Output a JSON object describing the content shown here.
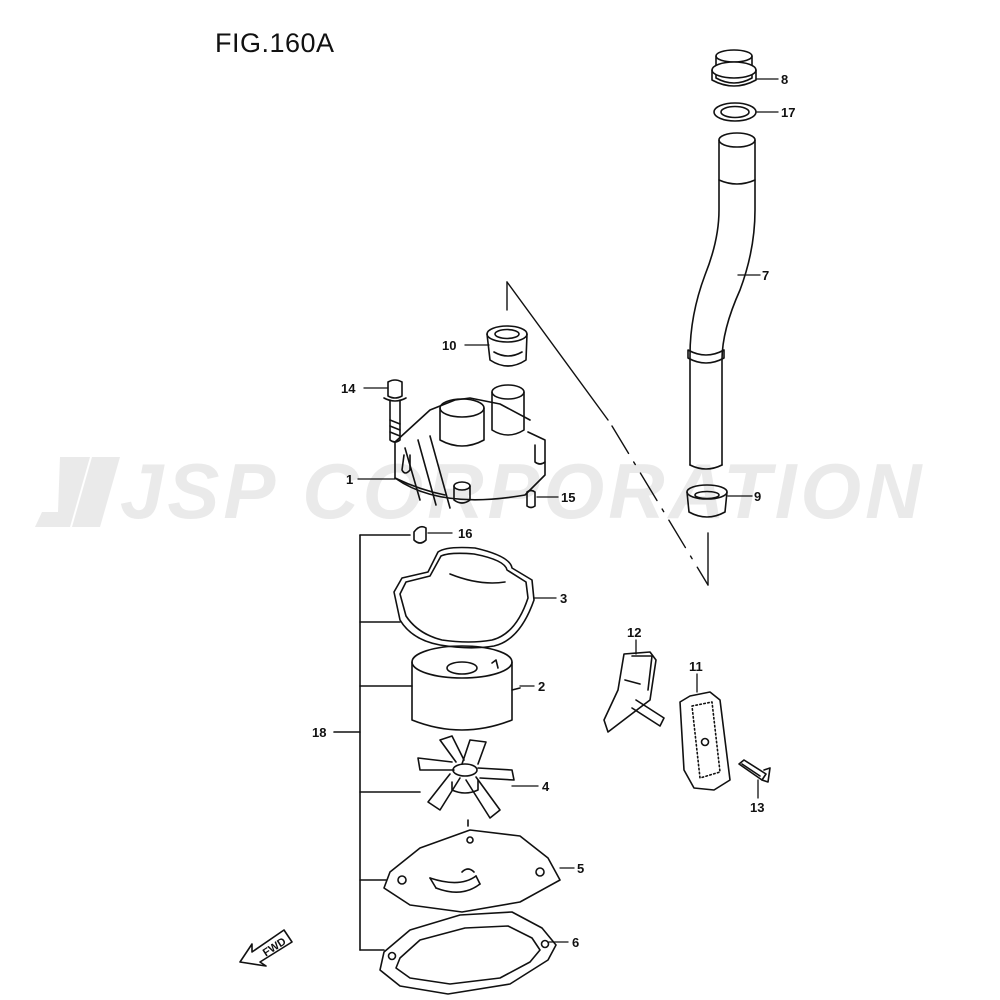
{
  "figure": {
    "title": "FIG.160A"
  },
  "watermark": {
    "text": "JSP CORPORATION"
  },
  "fwd_label": "FWD",
  "parts": [
    {
      "ref": "1"
    },
    {
      "ref": "2"
    },
    {
      "ref": "3"
    },
    {
      "ref": "4"
    },
    {
      "ref": "5"
    },
    {
      "ref": "6"
    },
    {
      "ref": "7"
    },
    {
      "ref": "8"
    },
    {
      "ref": "9"
    },
    {
      "ref": "10"
    },
    {
      "ref": "11"
    },
    {
      "ref": "12"
    },
    {
      "ref": "13"
    },
    {
      "ref": "14"
    },
    {
      "ref": "15"
    },
    {
      "ref": "16"
    },
    {
      "ref": "17"
    },
    {
      "ref": "18"
    }
  ],
  "colors": {
    "line": "#111111",
    "watermark": "#d9d9d9",
    "paper": "#ffffff"
  }
}
